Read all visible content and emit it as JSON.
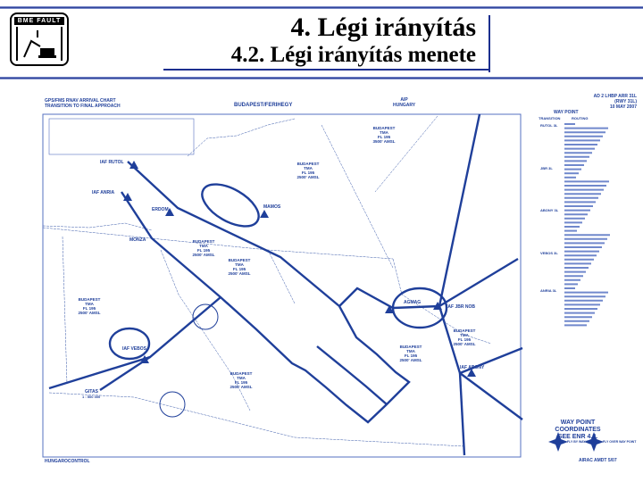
{
  "header": {
    "title": "4. Légi irányítás",
    "subtitle": "4.2. Légi irányítás menete",
    "logo_text": "BME  FAULT"
  },
  "chart": {
    "title_line1": "GPS/FMS RNAV ARRIVAL CHART",
    "title_line2": "TRANSITION TO FINAL APPROACH",
    "airport": "BUDAPEST/FERIHEGY",
    "aip": "AIP",
    "country": "HUNGARY",
    "doc_ref": "AD 2 LHBP ARR 31L",
    "runway": "(RWY 31L)",
    "date": "10 MAY 2007",
    "publisher": "HUNGAROCONTROL",
    "amendment": "AIRAC AMDT 5/07",
    "scale": "1 : 500 000",
    "waypoints": {
      "rutol": "IAF RUTOL",
      "anria": "IAF ANRIA",
      "erdom": "ERDOM",
      "monza": "MONZA",
      "mamos": "MAMOS",
      "vebos": "IAF VEBOS",
      "gitas": "GITAS",
      "agmag": "AGMAG",
      "jbr": "IAF JBR NOB",
      "abony": "IAF ABONY"
    },
    "tma_label": [
      "BUDAPEST",
      "TMA",
      "FL 195",
      "2500' AMSL"
    ],
    "tma_label_b": [
      "BUDAPEST",
      "TMA",
      "FL 195",
      "3500' AMSL"
    ],
    "waypoint_header": "WAY POINT",
    "col_transition": "TRANSITION",
    "col_routing": "ROUTING",
    "transitions": [
      "RUTOL 3L",
      "JBR 3L",
      "ABONY 3L",
      "VEBOS 3L",
      "ANRIA 3L"
    ],
    "coordinates_note": [
      "WAY POINT",
      "COORDINATES",
      "SEE ENR 4.8."
    ],
    "fly_by": "FLY BY WAY POINT",
    "fly_over": "FLY OVER WAY POINT",
    "color_route": "#1f3f9a"
  }
}
